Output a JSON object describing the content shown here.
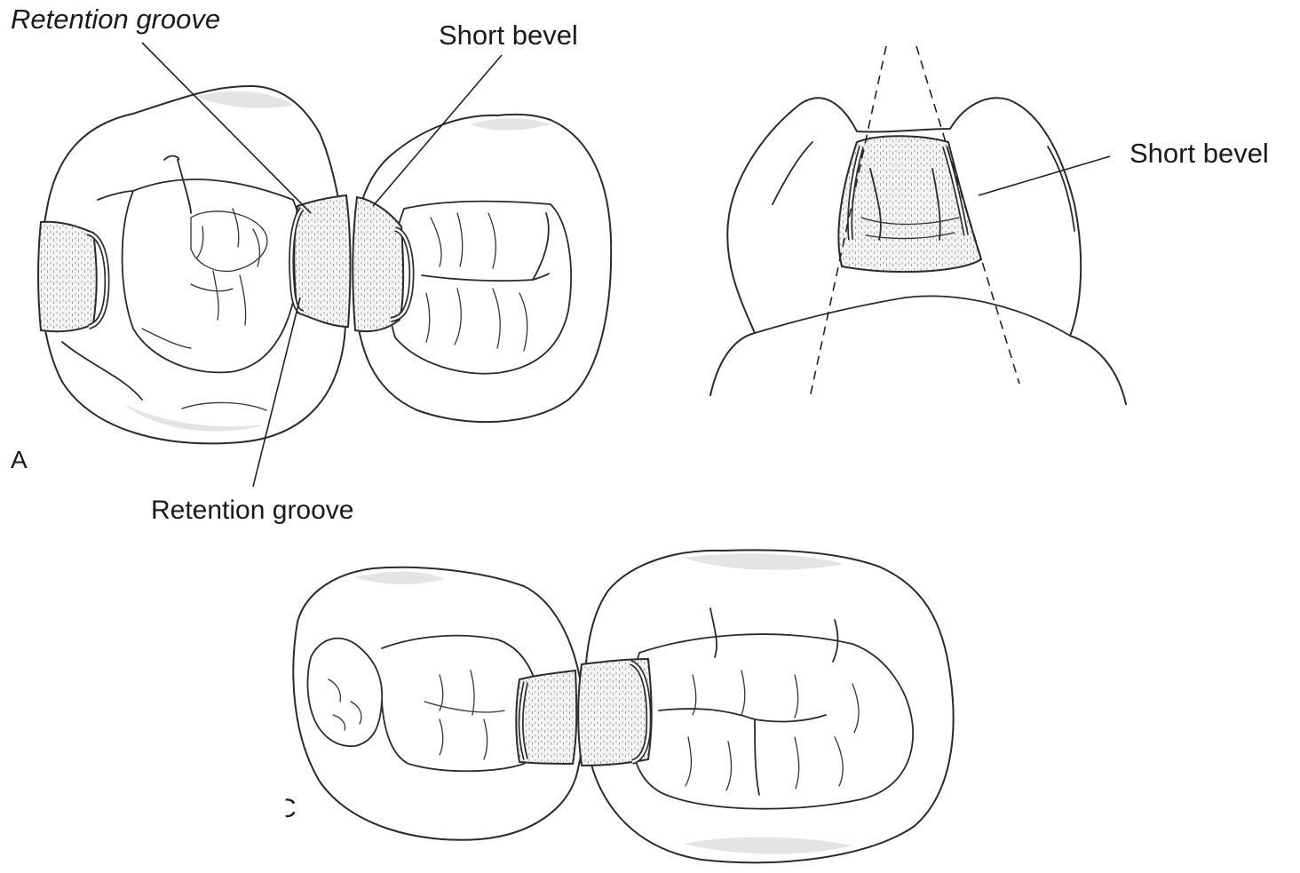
{
  "labels": {
    "retention_groove_top": "Retention groove",
    "short_bevel_top": "Short bevel",
    "short_bevel_right": "Short bevel",
    "retention_groove_bottom": "Retention groove",
    "panel_a": "A",
    "panel_c": "C"
  },
  "colors": {
    "line": "#2b2b2b",
    "stipple": "#9a9a9a",
    "shade": "#e4e4e4"
  }
}
